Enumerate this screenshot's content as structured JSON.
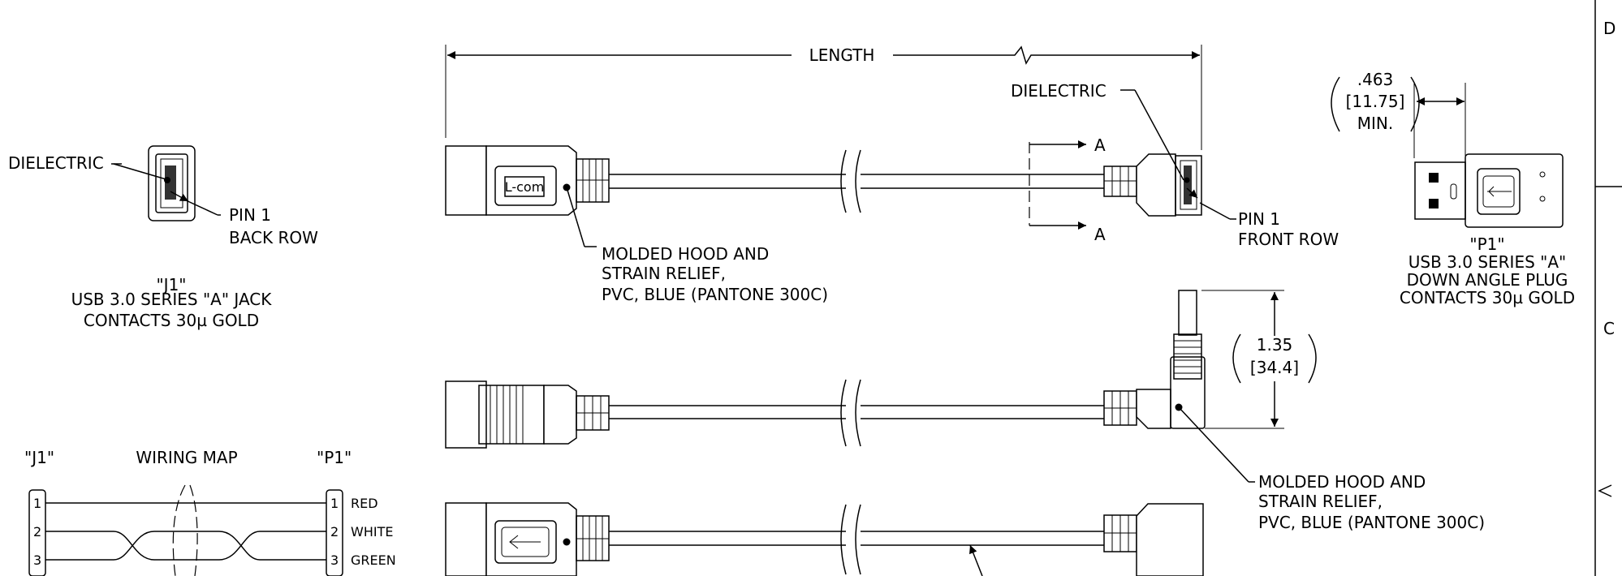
{
  "dimensions": {
    "length": "LENGTH",
    "min_value": ".463",
    "min_metric": "[11.75]",
    "min_label": "MIN.",
    "height_value": "1.35",
    "height_metric": "[34.4]"
  },
  "labels": {
    "dielectric_jack": "DIELECTRIC",
    "pin1_back": "PIN 1",
    "back_row": "BACK ROW",
    "dielectric_plug": "DIELECTRIC",
    "pin1_front": "PIN 1",
    "front_row": "FRONT ROW",
    "section_a_top": "A",
    "section_a_bottom": "A",
    "hood_top_1": "MOLDED HOOD AND",
    "hood_top_2": "STRAIN RELIEF,",
    "hood_top_3": "PVC, BLUE (PANTONE 300C)",
    "hood_bottom_1": "MOLDED HOOD AND",
    "hood_bottom_2": "STRAIN RELIEF,",
    "hood_bottom_3": "PVC, BLUE (PANTONE 300C)",
    "brand": "L-com"
  },
  "j1": {
    "ref": "\"J1\"",
    "line1": "USB 3.0  SERIES \"A\" JACK",
    "line2": "CONTACTS 30µ GOLD"
  },
  "p1": {
    "ref": "\"P1\"",
    "line1": "USB 3.0  SERIES \"A\"",
    "line2": "DOWN ANGLE PLUG",
    "line3": "CONTACTS 30µ GOLD"
  },
  "wiring_map": {
    "title": "WIRING MAP",
    "left_ref": "\"J1\"",
    "right_ref": "\"P1\"",
    "rows": [
      {
        "pin": "1",
        "color": "RED"
      },
      {
        "pin": "2",
        "color": "WHITE"
      },
      {
        "pin": "3",
        "color": "GREEN"
      }
    ]
  },
  "border": {
    "zone_d": "D",
    "zone_c": "C"
  }
}
